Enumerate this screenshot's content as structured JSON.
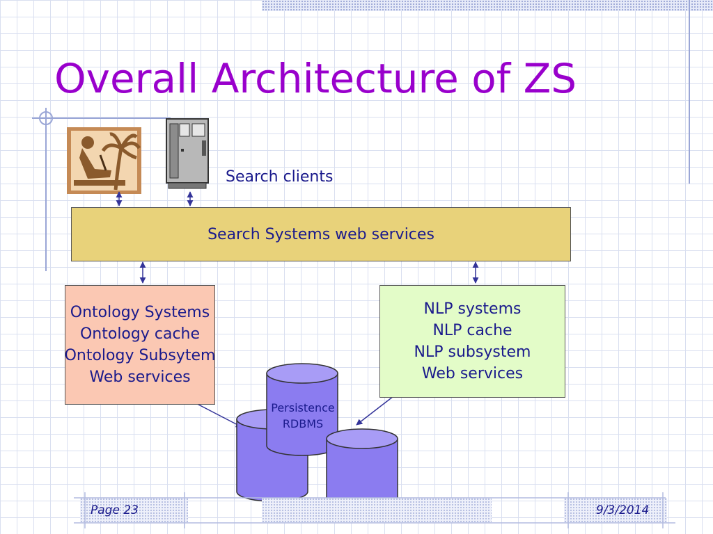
{
  "slide": {
    "title": "Overall Architecture of ZS",
    "search_clients_label": "Search clients",
    "web_services_label": "Search Systems web services",
    "ontology_lines": [
      "Ontology Systems",
      "Ontology cache",
      "Ontology Subsytem",
      "Web services"
    ],
    "nlp_lines": [
      "NLP systems",
      "NLP cache",
      "NLP subsystem",
      "Web services"
    ],
    "db_lines": [
      "Persistence",
      "RDBMS"
    ]
  },
  "footer": {
    "page_label": "Page 23",
    "date": "9/3/2014"
  },
  "colors": {
    "title": "#9900cc",
    "text": "#1a1a8c",
    "web_services_fill": "#e8d27a",
    "ontology_fill": "#fbc8b3",
    "nlp_fill": "#e3fcc8",
    "cylinder_fill": "#8b7cf0",
    "cylinder_top": "#a89cf6",
    "arrow": "#333399"
  },
  "icons": {
    "client_1": "person-laptop-clipart-icon",
    "client_2": "server-tower-icon"
  }
}
